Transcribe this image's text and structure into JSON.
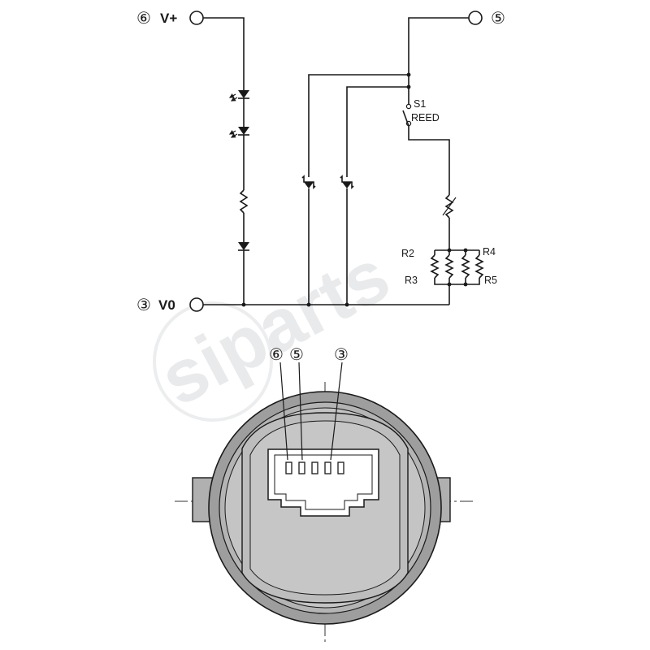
{
  "circuit": {
    "terminals": {
      "vplus": {
        "number": "⑥",
        "label": "V+"
      },
      "t5": {
        "number": "⑤"
      },
      "v0": {
        "number": "③",
        "label": "V0"
      }
    },
    "switch": {
      "label": "S1",
      "type": "REED"
    },
    "resistors": {
      "r2": "R2",
      "r3": "R3",
      "r4": "R4",
      "r5": "R5"
    }
  },
  "connector": {
    "pin_labels": [
      "⑥",
      "⑤",
      "③"
    ]
  },
  "watermark": {
    "text": "siparts"
  }
}
